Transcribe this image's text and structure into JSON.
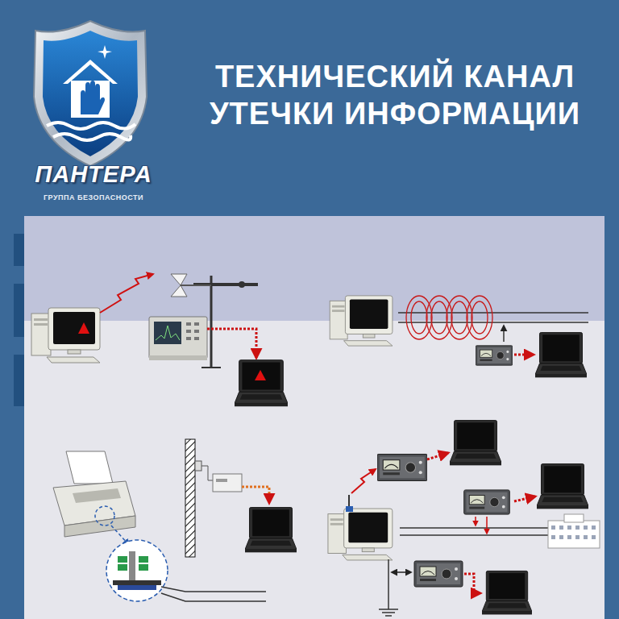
{
  "diagram": {
    "title": "ТЕХНИЧЕСКИЙ КАНАЛ УТЕЧКИ ИНФОРМАЦИИ",
    "labels": [
      "ПАНТЕРА",
      "ГРУППА БЕЗОПАСНОСТИ"
    ]
  }
}
